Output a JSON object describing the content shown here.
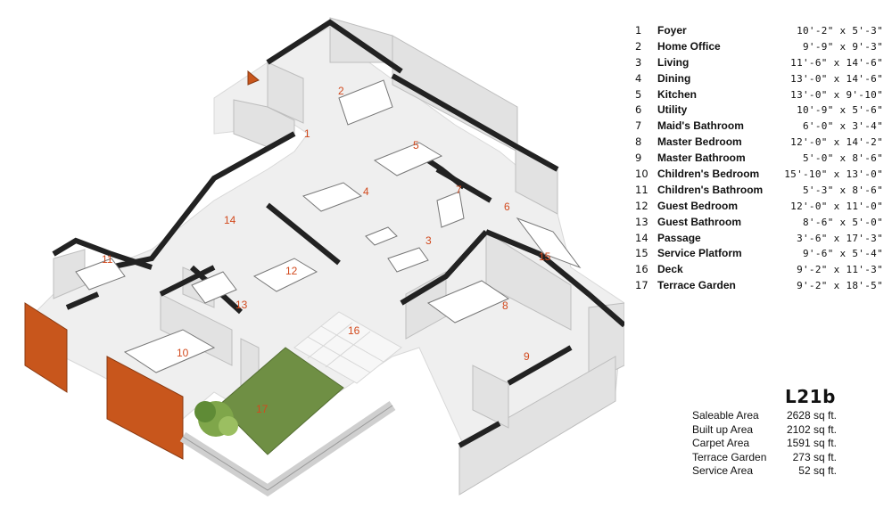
{
  "colors": {
    "room_number": "#d24a1e",
    "wall": "#222222",
    "floor": "#eeeeee",
    "terrace_grass": "#6e8e45",
    "accent_wall": "#c8561c"
  },
  "rooms": [
    {
      "num": "1",
      "name": "Foyer",
      "dims": "10'-2\" x 5'-3\""
    },
    {
      "num": "2",
      "name": "Home Office",
      "dims": "9'-9\" x 9'-3\""
    },
    {
      "num": "3",
      "name": "Living",
      "dims": "11'-6\" x 14'-6\""
    },
    {
      "num": "4",
      "name": "Dining",
      "dims": "13'-0\" x 14'-6\""
    },
    {
      "num": "5",
      "name": "Kitchen",
      "dims": "13'-0\" x 9'-10\""
    },
    {
      "num": "6",
      "name": "Utility",
      "dims": "10'-9\" x 5'-6\""
    },
    {
      "num": "7",
      "name": "Maid's Bathroom",
      "dims": "6'-0\" x 3'-4\""
    },
    {
      "num": "8",
      "name": "Master Bedroom",
      "dims": "12'-0\" x 14'-2\""
    },
    {
      "num": "9",
      "name": "Master Bathroom",
      "dims": "5'-0\" x 8'-6\""
    },
    {
      "num": "10",
      "name": "Children's Bedroom",
      "dims": "15'-10\" x 13'-0\""
    },
    {
      "num": "11",
      "name": "Children's Bathroom",
      "dims": "5'-3\" x 8'-6\""
    },
    {
      "num": "12",
      "name": "Guest Bedroom",
      "dims": "12'-0\" x 11'-0\""
    },
    {
      "num": "13",
      "name": "Guest Bathroom",
      "dims": "8'-6\" x 5'-0\""
    },
    {
      "num": "14",
      "name": "Passage",
      "dims": "3'-6\" x 17'-3\""
    },
    {
      "num": "15",
      "name": "Service Platform",
      "dims": "9'-6\" x 5'-4\""
    },
    {
      "num": "16",
      "name": "Deck",
      "dims": "9'-2\" x 11'-3\""
    },
    {
      "num": "17",
      "name": "Terrace Garden",
      "dims": "9'-2\" x 18'-5\""
    }
  ],
  "unit_title": "L21b",
  "areas": [
    {
      "label": "Saleable Area",
      "value": "2628 sq ft."
    },
    {
      "label": "Built up Area",
      "value": "2102 sq ft."
    },
    {
      "label": "Carpet Area",
      "value": "1591 sq ft."
    },
    {
      "label": "Terrace Garden",
      "value": "273 sq ft."
    },
    {
      "label": "Service Area",
      "value": "52 sq ft."
    }
  ]
}
